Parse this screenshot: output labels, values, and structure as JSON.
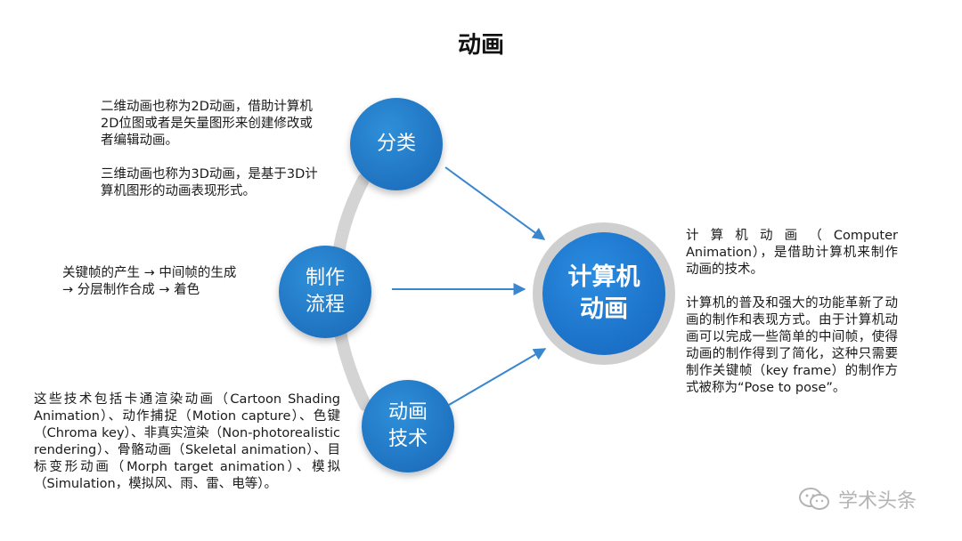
{
  "title": "动画",
  "center": {
    "line1": "计算机",
    "line2": "动画"
  },
  "nodes": {
    "classify": {
      "label": "分类"
    },
    "process": {
      "line1": "制作",
      "line2": "流程"
    },
    "tech": {
      "line1": "动画",
      "line2": "技术"
    }
  },
  "text_classify": {
    "para1": "二维动画也称为2D动画，借助计算机2D位图或者是矢量图形来创建修改或者编辑动画。",
    "para2": "三维动画也称为3D动画，是基于3D计算机图形的动画表现形式。"
  },
  "text_process": {
    "line1": "关键帧的产生 → 中间帧的生成",
    "line2": "→ 分层制作合成 → 着色"
  },
  "text_tech": "这些技术包括卡通渲染动画（Cartoon Shading Animation）、动作捕捉（Motion capture）、色键（Chroma key）、非真实渲染（Non-photorealistic rendering）、骨骼动画（Skeletal animation）、目标变形动画（Morph target animation）、模拟（Simulation，模拟风、雨、雷、电等）。",
  "text_right": {
    "para1": "计算机动画（Computer Animation），是借助计算机来制作动画的技术。",
    "para2": "计算机的普及和强大的功能革新了动画的制作和表现方式。由于计算机动画可以完成一些简单的中间帧，使得动画的制作得到了简化，这种只需要制作关键帧（key frame）的制作方式被称为“Pose to pose”。"
  },
  "watermark": "学术头条",
  "colors": {
    "node_blue": "#1f73c1",
    "arc_gray": "#d4d4d4",
    "arrow_blue": "#3a86cf",
    "ring_gray": "#cfcfcf",
    "watermark_gray": "#b4b4b4"
  }
}
